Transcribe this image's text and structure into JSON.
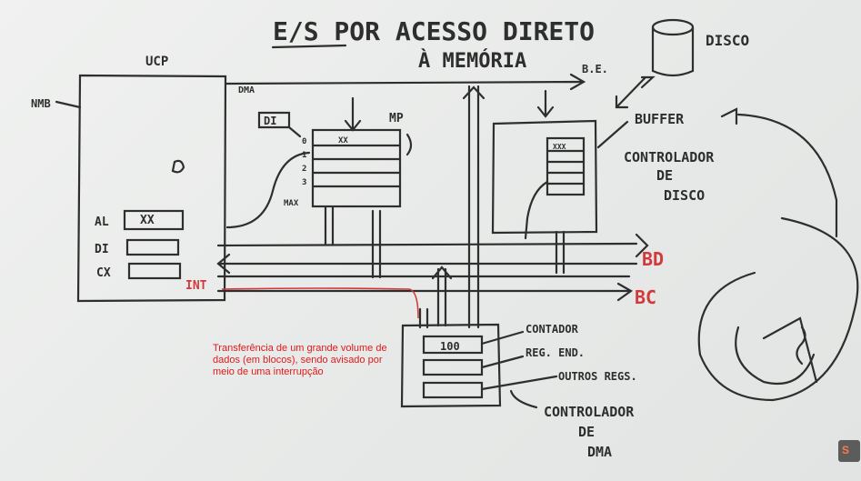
{
  "title": {
    "line1": "E/S POR ACESSO DIRETO",
    "line2": "À MEMÓRIA"
  },
  "cpu": {
    "label": "UCP",
    "pointer_label": "NMB",
    "registers": [
      "AL",
      "DI",
      "CX"
    ],
    "al_value": "XX",
    "int_label": "INT"
  },
  "memory": {
    "label": "MP",
    "pointer": "DI",
    "addresses": [
      "0",
      "1",
      "2",
      "3",
      "MAX"
    ],
    "cell_value": "XX",
    "dma_line": "DMA"
  },
  "disk": {
    "label": "DISCO",
    "bus_label": "B.E.",
    "buffer_label": "BUFFER",
    "controller_lines": [
      "CONTROLADOR",
      "DE",
      "DISCO"
    ],
    "buffer_value": "XXX"
  },
  "buses": {
    "data": "BD",
    "control": "BC"
  },
  "dma": {
    "counter_value": "100",
    "labels": [
      "CONTADOR",
      "REG. END.",
      "OUTROS REGS."
    ],
    "title_lines": [
      "CONTROLADOR",
      "DE",
      "DMA"
    ]
  },
  "note": "Transferência de um grande volume de dados (em blocos), sendo avisado por meio de uma interrupção",
  "colors": {
    "marker": "#2e2e2e",
    "red_marker": "#d23a3a",
    "note_text": "#e01919"
  }
}
